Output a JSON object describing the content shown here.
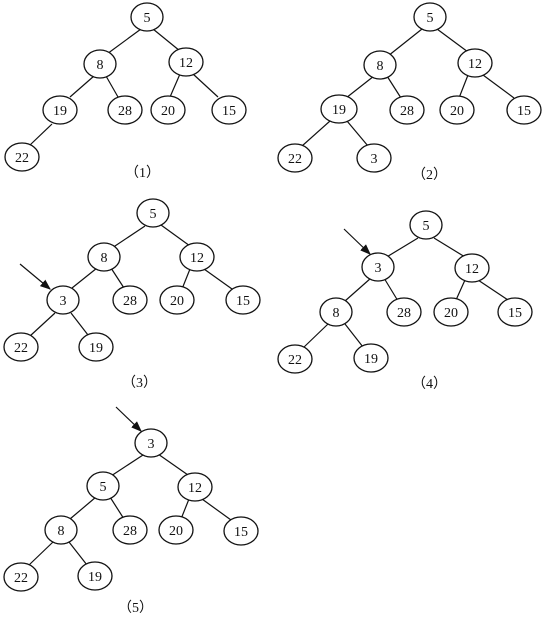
{
  "captions": {
    "d1": "（1）",
    "d2": "（2）",
    "d3": "（3）",
    "d4": "（4）",
    "d5": "（5）"
  },
  "d1": {
    "root": "5",
    "n1": "8",
    "n2": "12",
    "n3": "19",
    "n4": "28",
    "n5": "20",
    "n6": "15",
    "n7": "22"
  },
  "d2": {
    "root": "5",
    "n1": "8",
    "n2": "12",
    "n3": "19",
    "n4": "28",
    "n5": "20",
    "n6": "15",
    "n7": "22",
    "n8": "3"
  },
  "d3": {
    "root": "5",
    "n1": "8",
    "n2": "12",
    "n3": "3",
    "n4": "28",
    "n5": "20",
    "n6": "15",
    "n7": "22",
    "n8": "19"
  },
  "d4": {
    "root": "5",
    "n1": "3",
    "n2": "12",
    "n3": "8",
    "n4": "28",
    "n5": "20",
    "n6": "15",
    "n7": "22",
    "n8": "19"
  },
  "d5": {
    "root": "3",
    "n1": "5",
    "n2": "12",
    "n3": "8",
    "n4": "28",
    "n5": "20",
    "n6": "15",
    "n7": "22",
    "n8": "19"
  }
}
